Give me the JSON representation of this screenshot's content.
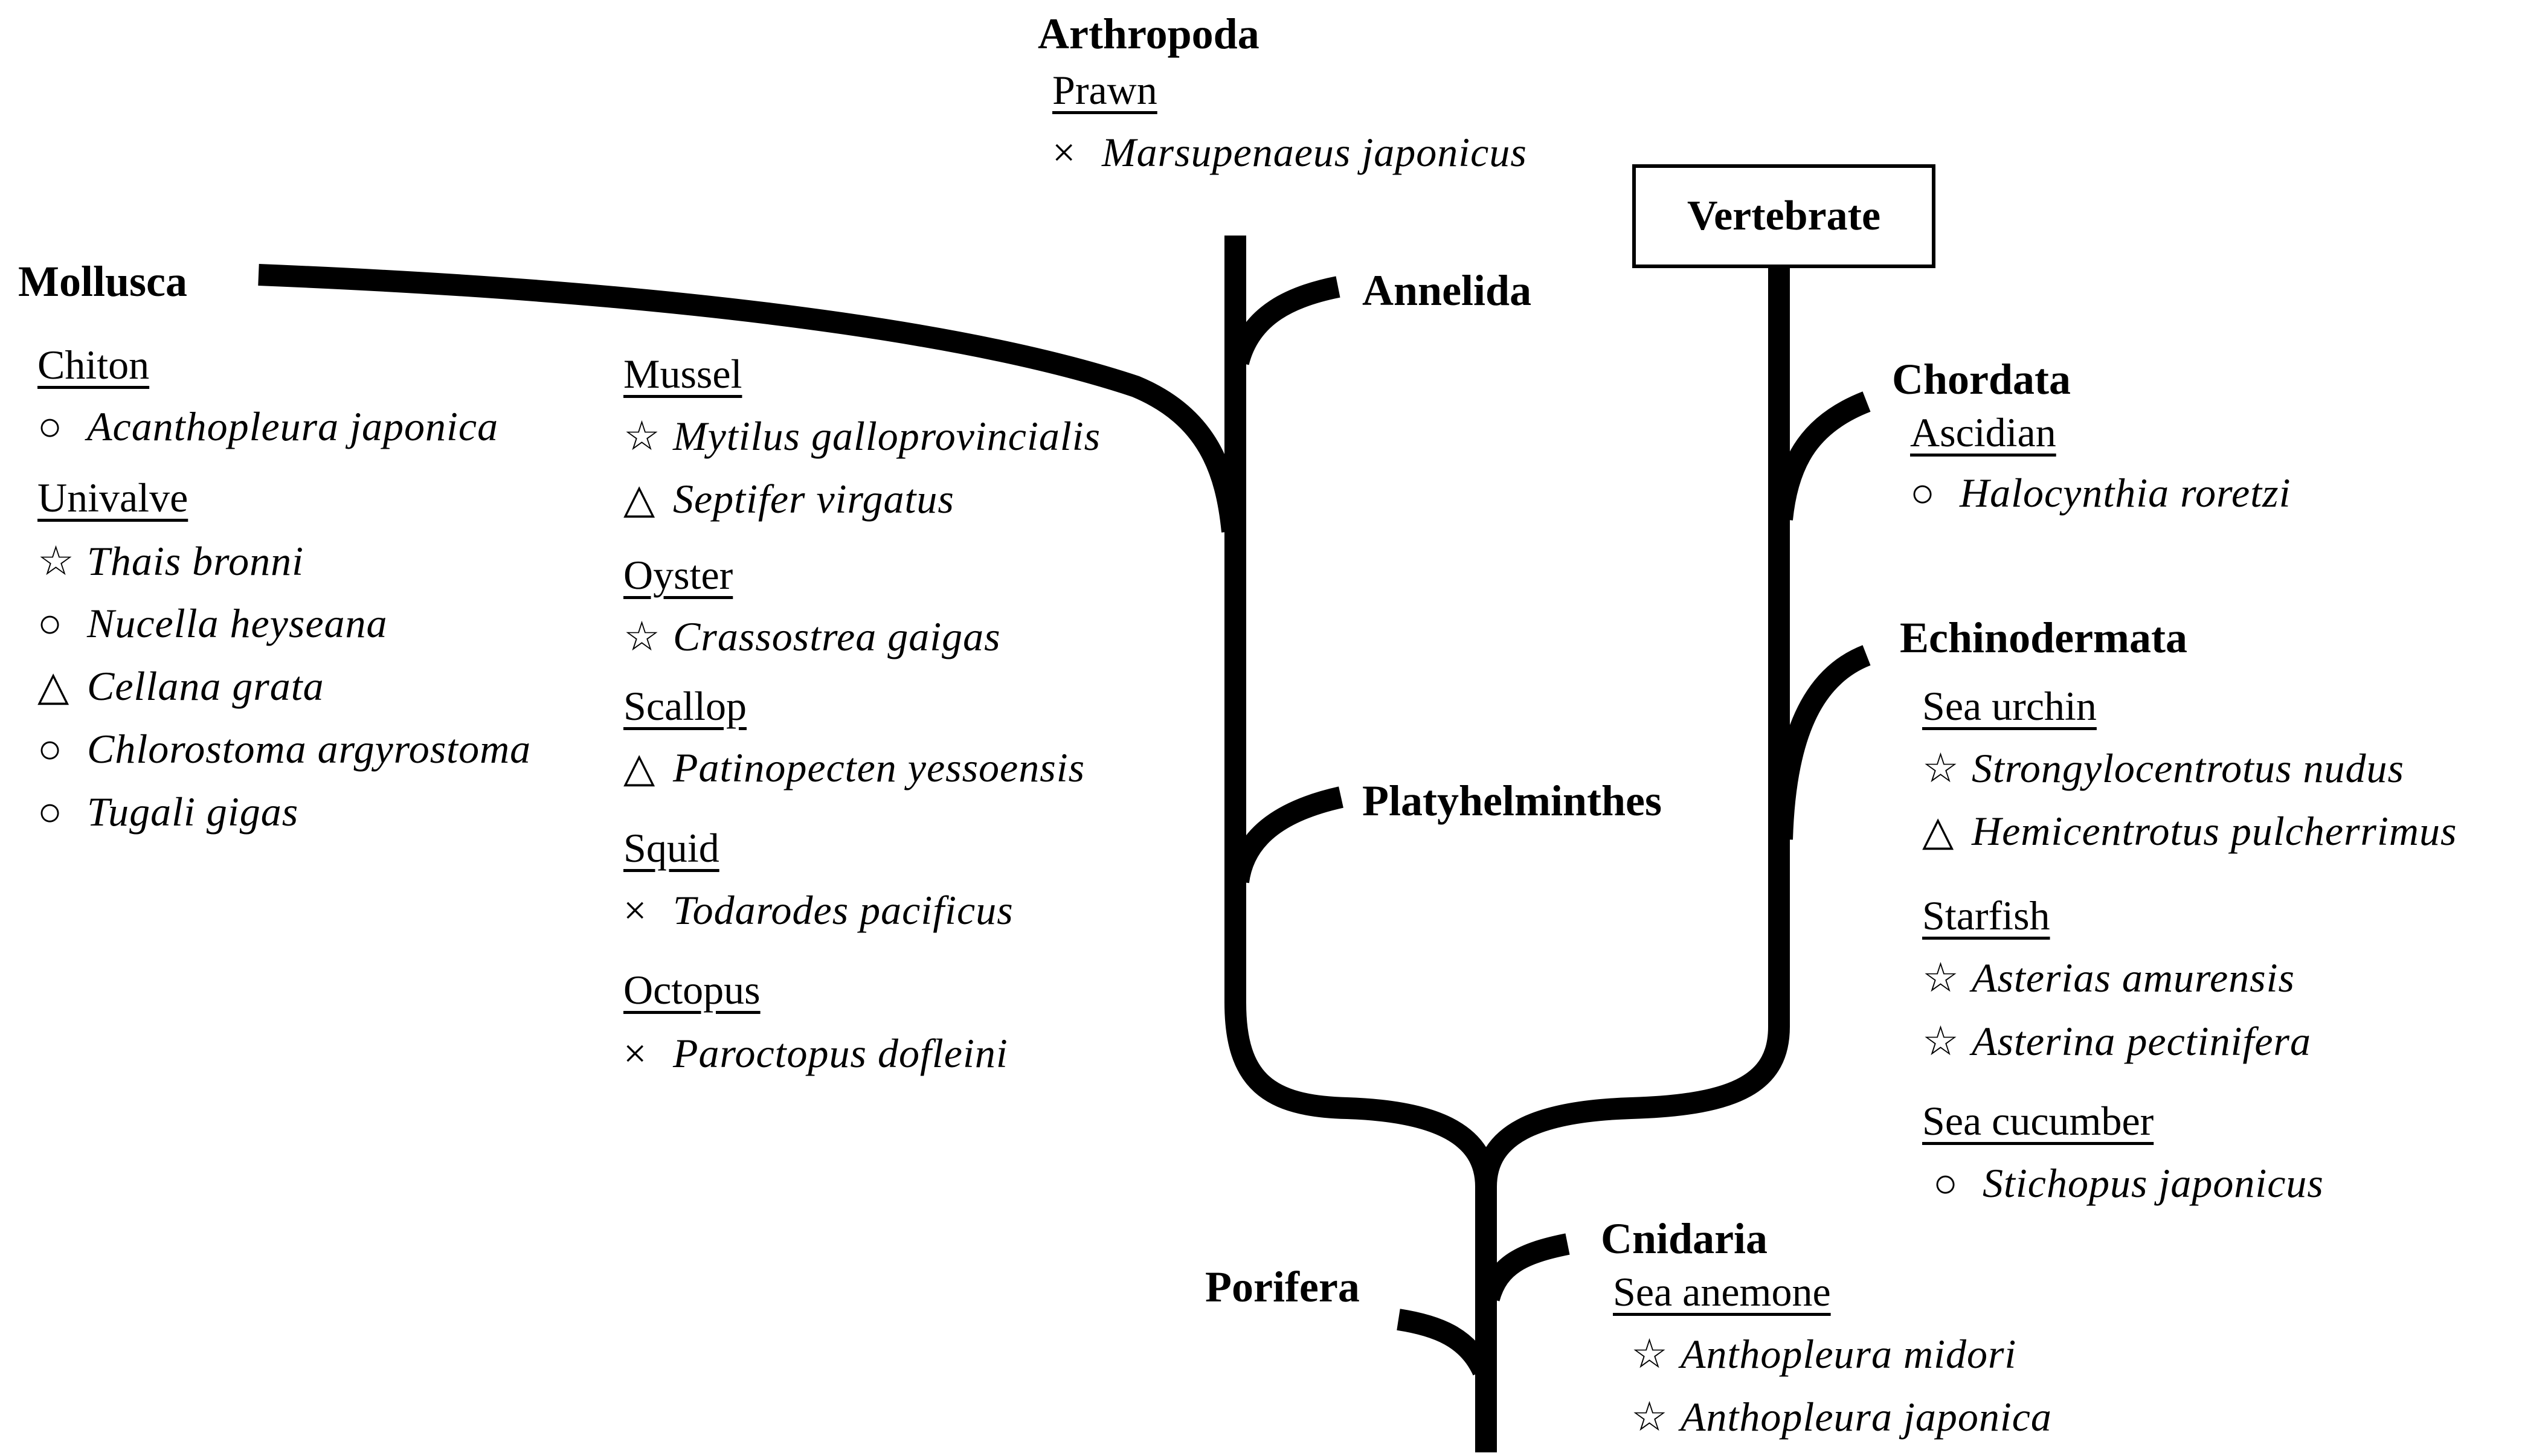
{
  "phyla": {
    "arthropoda": "Arthropoda",
    "mollusca": "Mollusca",
    "annelida": "Annelida",
    "vertebrate": "Vertebrate",
    "chordata": "Chordata",
    "echinodermata": "Echinodermata",
    "platyhelminthes": "Platyhelminthes",
    "cnidaria": "Cnidaria",
    "porifera": "Porifera"
  },
  "arthropoda": {
    "group": "Prawn",
    "species": [
      {
        "symbol": "×",
        "name": "Marsupenaeus japonicus"
      }
    ]
  },
  "mollusca_left": [
    {
      "group": "Chiton",
      "species": [
        {
          "symbol": "○",
          "name": "Acanthopleura japonica"
        }
      ]
    },
    {
      "group": "Univalve",
      "species": [
        {
          "symbol": "☆",
          "name": "Thais bronni"
        },
        {
          "symbol": "○",
          "name": "Nucella heyseana"
        },
        {
          "symbol": "△",
          "name": "Cellana grata"
        },
        {
          "symbol": "○",
          "name": "Chlorostoma argyrostoma"
        },
        {
          "symbol": "○",
          "name": "Tugali gigas"
        }
      ]
    }
  ],
  "mollusca_right": [
    {
      "group": "Mussel",
      "species": [
        {
          "symbol": "☆",
          "name": "Mytilus galloprovincialis"
        },
        {
          "symbol": "△",
          "name": "Septifer virgatus"
        }
      ]
    },
    {
      "group": "Oyster",
      "species": [
        {
          "symbol": "☆",
          "name": "Crassostrea gaigas"
        }
      ]
    },
    {
      "group": "Scallop",
      "species": [
        {
          "symbol": "△",
          "name": "Patinopecten yessoensis"
        }
      ]
    },
    {
      "group": "Squid",
      "species": [
        {
          "symbol": "×",
          "name": "Todarodes pacificus"
        }
      ]
    },
    {
      "group": "Octopus",
      "species": [
        {
          "symbol": "×",
          "name": "Paroctopus dofleini"
        }
      ]
    }
  ],
  "chordata": {
    "group": "Ascidian",
    "species": [
      {
        "symbol": "○",
        "name": "Halocynthia roretzi"
      }
    ]
  },
  "echinodermata": [
    {
      "group": "Sea urchin",
      "species": [
        {
          "symbol": "☆",
          "name": "Strongylocentrotus nudus"
        },
        {
          "symbol": "△",
          "name": "Hemicentrotus pulcherrimus"
        }
      ]
    },
    {
      "group": "Starfish",
      "species": [
        {
          "symbol": "☆",
          "name": "Asterias amurensis"
        },
        {
          "symbol": "☆",
          "name": "Asterina pectinifera"
        }
      ]
    },
    {
      "group": "Sea cucumber",
      "species": [
        {
          "symbol": "○",
          "name": "Stichopus japonicus"
        }
      ]
    }
  ],
  "cnidaria": {
    "group": "Sea anemone",
    "species": [
      {
        "symbol": "☆",
        "name": "Anthopleura midori"
      },
      {
        "symbol": "☆",
        "name": "Anthopleura japonica"
      }
    ]
  }
}
